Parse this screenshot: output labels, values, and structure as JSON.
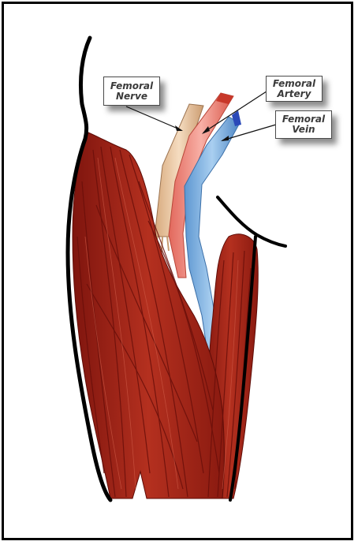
{
  "labels": {
    "nerve": {
      "line1": "Femoral",
      "line2": "Nerve"
    },
    "artery": {
      "line1": "Femoral",
      "line2": "Artery"
    },
    "vein": {
      "line1": "Femoral",
      "line2": "Vein"
    }
  },
  "colors": {
    "muscle": "#a8261b",
    "muscle_dark": "#6a0f0a",
    "muscle_light": "#c64a38",
    "nerve": "#e6c09a",
    "artery": "#f0857a",
    "artery_tip": "#d23a2a",
    "vein": "#7fb3e3",
    "vein_tip": "#2a49b8",
    "outline": "#000000"
  }
}
